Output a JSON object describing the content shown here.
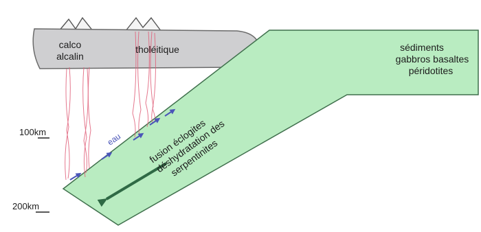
{
  "diagram": {
    "plate_labels": {
      "calco": "calco",
      "alcalin": "alcalin",
      "tholeitique": "tholéitique"
    },
    "slab_labels": {
      "sediments": "sédiments",
      "gabbros": "gabbros basaltes",
      "peridotites": "péridotites"
    },
    "process_labels": {
      "fusion": "fusion éclogites",
      "deshydratation": "déshydratation des",
      "serpentinites": "serpentinites"
    },
    "water_label": "eau",
    "depth_labels": {
      "d100": "100km",
      "d200": "200km"
    },
    "colors": {
      "plate_fill": "#cfcfd1",
      "plate_stroke": "#6b6b6b",
      "slab_fill": "#b9ecc1",
      "slab_stroke": "#3f6f4c",
      "magma": "#e0607a",
      "water_arrow": "#4a55b8",
      "subduction_arrow": "#2f6a45"
    }
  }
}
